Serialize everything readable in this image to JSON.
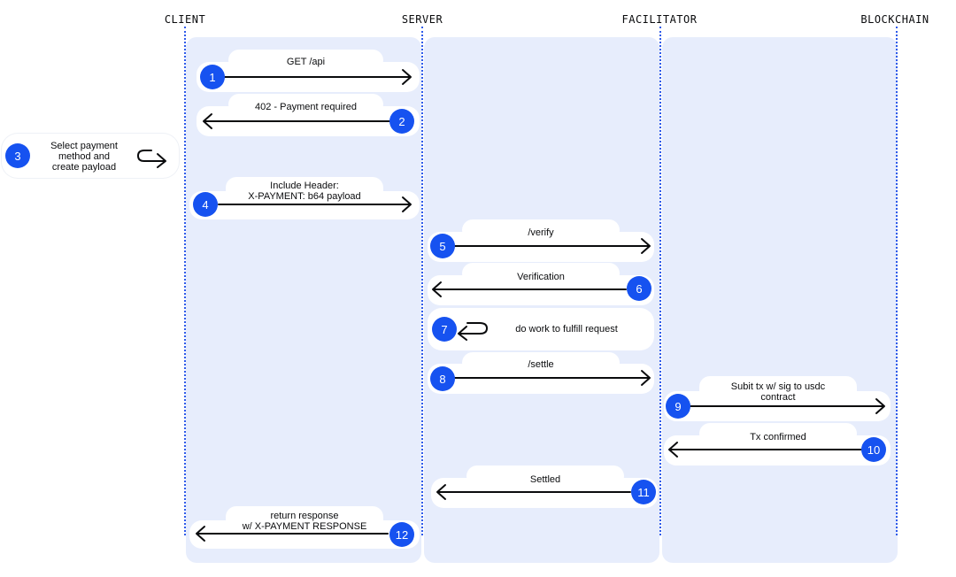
{
  "actors": [
    "CLIENT",
    "SERVER",
    "FACILITATOR",
    "BLOCKCHAIN"
  ],
  "steps": [
    {
      "n": "1",
      "label": "GET /api"
    },
    {
      "n": "2",
      "label": "402 - Payment required"
    },
    {
      "n": "3",
      "label": "Select payment\nmethod and\ncreate payload"
    },
    {
      "n": "4",
      "label": "Include Header:\nX-PAYMENT: b64 payload"
    },
    {
      "n": "5",
      "label": "/verify"
    },
    {
      "n": "6",
      "label": "Verification"
    },
    {
      "n": "7",
      "label": "do work to fulfill request"
    },
    {
      "n": "8",
      "label": "/settle"
    },
    {
      "n": "9",
      "label": "Subit tx w/ sig to usdc\ncontract"
    },
    {
      "n": "10",
      "label": "Tx confirmed"
    },
    {
      "n": "11",
      "label": "Settled"
    },
    {
      "n": "12",
      "label": "return response\nw/ X-PAYMENT RESPONSE"
    }
  ],
  "colors": {
    "lane": "#e7edfc",
    "accent": "#1652f0",
    "divider": "#2f5bea"
  }
}
